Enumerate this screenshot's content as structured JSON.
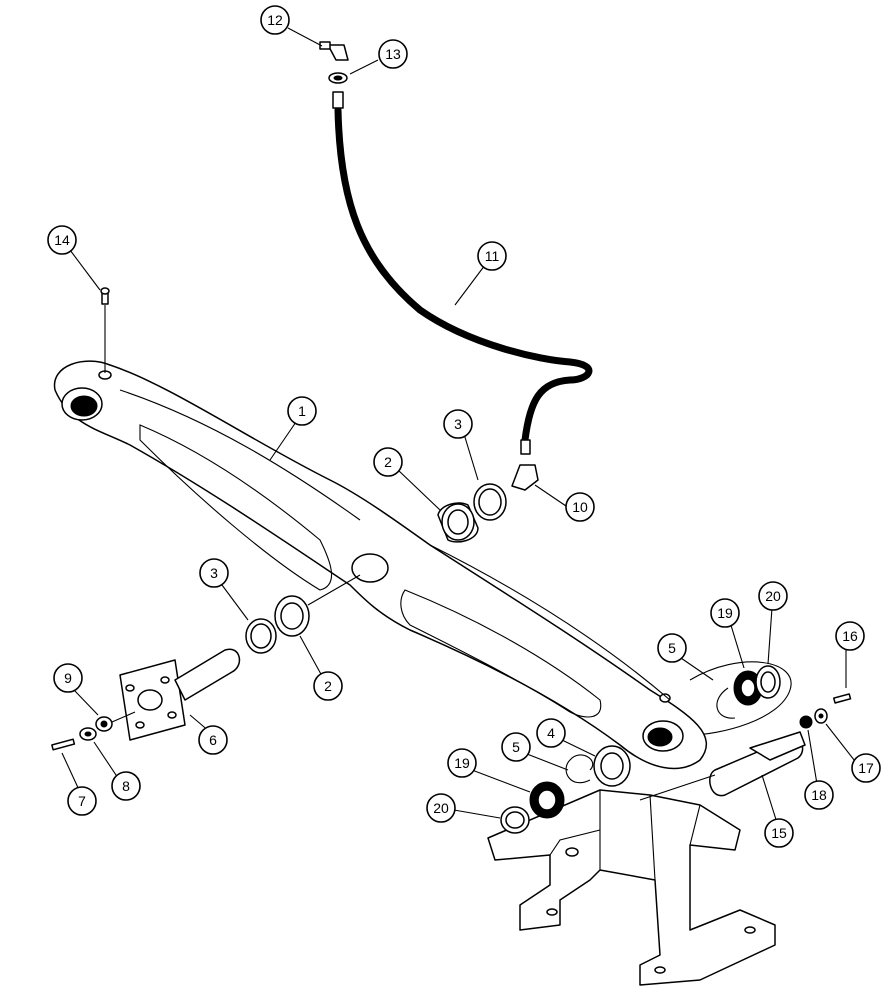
{
  "callouts": [
    {
      "id": "c12",
      "label": "12"
    },
    {
      "id": "c13",
      "label": "13"
    },
    {
      "id": "c14",
      "label": "14"
    },
    {
      "id": "c11",
      "label": "11"
    },
    {
      "id": "c1",
      "label": "1"
    },
    {
      "id": "c3a",
      "label": "3"
    },
    {
      "id": "c2a",
      "label": "2"
    },
    {
      "id": "c10",
      "label": "10"
    },
    {
      "id": "c3b",
      "label": "3"
    },
    {
      "id": "c2b",
      "label": "2"
    },
    {
      "id": "c9",
      "label": "9"
    },
    {
      "id": "c6",
      "label": "6"
    },
    {
      "id": "c8",
      "label": "8"
    },
    {
      "id": "c7",
      "label": "7"
    },
    {
      "id": "c5a",
      "label": "5"
    },
    {
      "id": "c19a",
      "label": "19"
    },
    {
      "id": "c20a",
      "label": "20"
    },
    {
      "id": "c16",
      "label": "16"
    },
    {
      "id": "c4",
      "label": "4"
    },
    {
      "id": "c5b",
      "label": "5"
    },
    {
      "id": "c19b",
      "label": "19"
    },
    {
      "id": "c20b",
      "label": "20"
    },
    {
      "id": "c17",
      "label": "17"
    },
    {
      "id": "c18",
      "label": "18"
    },
    {
      "id": "c15",
      "label": "15"
    }
  ]
}
